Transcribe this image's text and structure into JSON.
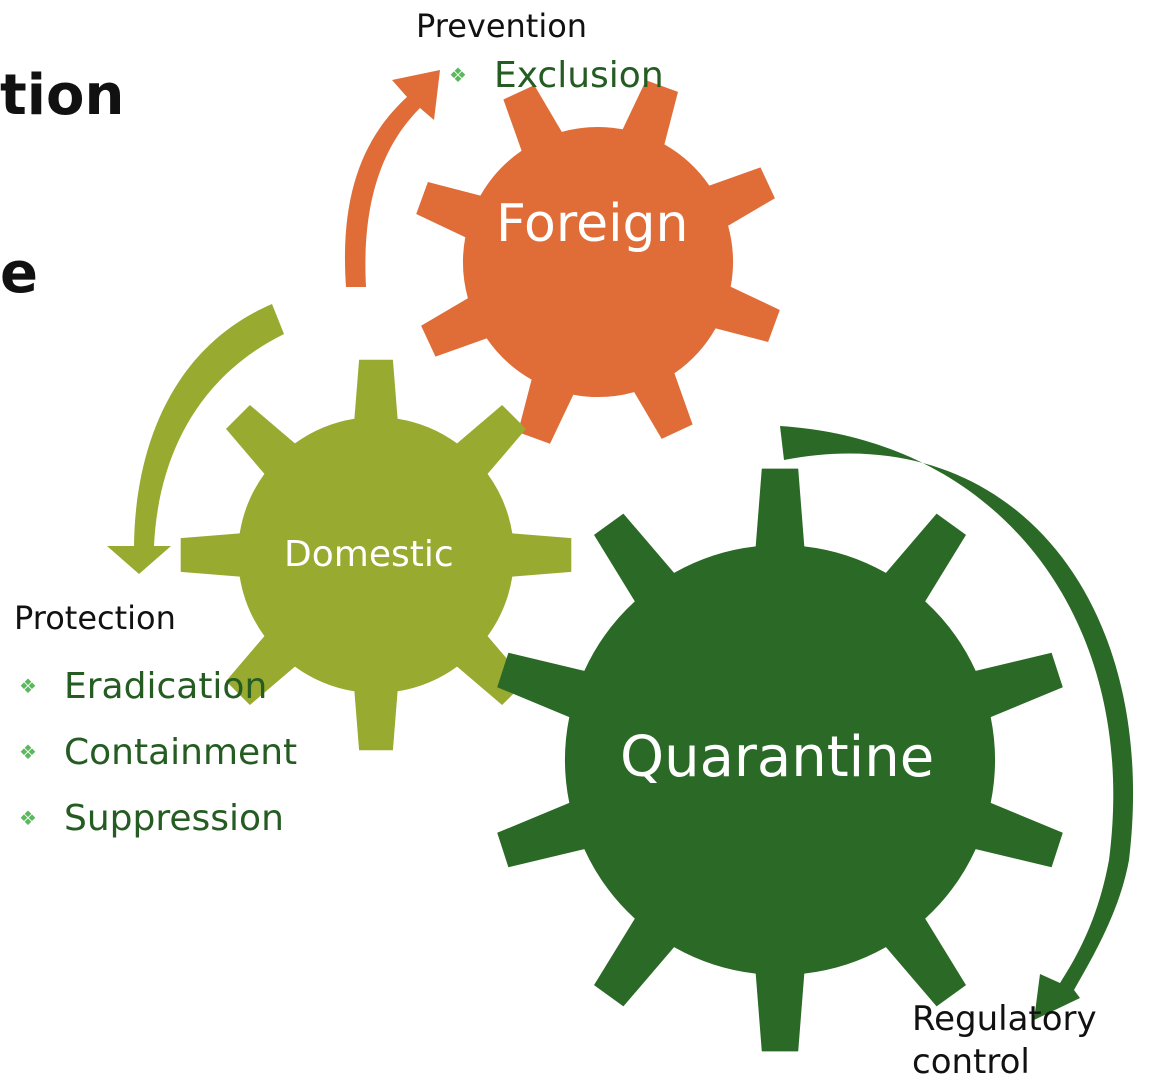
{
  "title_fragments": [
    "tion",
    "e"
  ],
  "colors": {
    "foreign": "#E06C37",
    "domestic": "#98AA2F",
    "quarantine": "#2A6A26",
    "bullet": "#5CB85C",
    "bullet_text": "#245C22"
  },
  "gears": {
    "foreign": {
      "label": "Foreign"
    },
    "domestic": {
      "label": "Domestic"
    },
    "quarantine": {
      "label": "Quarantine"
    }
  },
  "prevention": {
    "heading": "Prevention",
    "items": [
      {
        "icon": "diamond-bullet-icon",
        "label": "Exclusion"
      }
    ]
  },
  "protection": {
    "heading": "Protection",
    "items": [
      {
        "icon": "diamond-bullet-icon",
        "label": "Eradication"
      },
      {
        "icon": "diamond-bullet-icon",
        "label": "Containment"
      },
      {
        "icon": "diamond-bullet-icon",
        "label": "Suppression"
      }
    ]
  },
  "regulatory": {
    "line1": "Regulatory",
    "line2": "control"
  }
}
